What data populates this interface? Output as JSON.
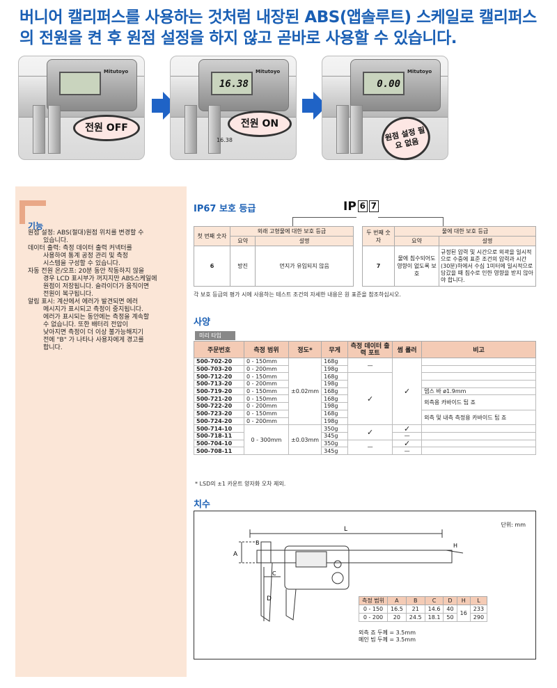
{
  "headline": {
    "line1": "버니어 캘리퍼스를 사용하는 것처럼 내장된 ABS(앱솔루트) 스케일로 캘리퍼스",
    "line2": "의 전원을 켠 후 원점 설정을 하지 않고 곧바로 사용할 수 있습니다."
  },
  "steps": [
    {
      "display": "",
      "bubble": "전원 OFF",
      "brand": "Mitutoyo"
    },
    {
      "display": "16.38",
      "bubble": "전원 ON",
      "brand": "Mitutoyo",
      "measure": "16.38"
    },
    {
      "display": "0.00",
      "bubble": "원점 설정 필요 없음",
      "brand": "Mitutoyo"
    }
  ],
  "sidebar": {
    "title": "기능",
    "items": [
      [
        "원점 설정: ABS(절대)원점 위치를 변경할 수",
        "있습니다."
      ],
      [
        "데이터 출력: 측정 데이터 출력 커넥터를",
        "사용하여 통계 공정 관리 및 측정",
        "시스템을 구성할 수 있습니다."
      ],
      [
        "자동 전원 온/오프: 20분 동안 작동하지 않을",
        "경우 LCD 표시부가 꺼지지만 ABS스케일에",
        "원점이 저장됩니다. 슬라이더가 움직이면",
        "전원이 복구됩니다."
      ],
      [
        "알림 표시: 계산에서 에러가 발견되면 에러",
        "메시지가 표시되고 측정이 중지됩니다.",
        "에러가 표시되는 동안에는 측정을 계속할",
        "수 없습니다. 또한 배터리 전압이",
        "낮아지면 측정이 더 이상 불가능해지기",
        "전에 \"B\" 가 나타나 사용자에게 경고를",
        "합니다."
      ]
    ]
  },
  "ip": {
    "title": "IP67 보호 등급",
    "code_prefix": "IP",
    "digit1": "6",
    "digit2": "7",
    "table1": {
      "col_num": "첫 번째 숫자",
      "group": "외래 고형물에 대한 보호 등급",
      "col_summary": "요약",
      "col_desc": "설명",
      "num": "6",
      "summary": "방진",
      "desc": "먼지가 유입되지 않음"
    },
    "table2": {
      "col_num": "두 번째 숫자",
      "group": "물에 대한 보호 등급",
      "col_summary": "요약",
      "col_desc": "설명",
      "num": "7",
      "summary": "물에 침수되어도 영향이 없도록 보호",
      "desc": "규정된 압력 및 시간으로 외곽을 일시적으로 수중에 표준 조건의 압력과 시간(30분)하에서 수심 1미터에 일시적으로 담갔을 때 침수로 인한 영향을 받지 않아야 합니다."
    },
    "note": "각 보호 등급의 평가 시에 사용하는 테스트 조건의 자세한 내용은 원 표준을 참조하십시오."
  },
  "spec": {
    "title": "사양",
    "tag": "미리 타입",
    "headers": [
      "주문번호",
      "측정 범위",
      "정도*",
      "무게",
      "측정 데이터 출력 포트",
      "썸 롤러",
      "비고"
    ],
    "rows": [
      [
        "500-702-20",
        "0 - 150mm",
        "168g"
      ],
      [
        "500-703-20",
        "0 - 200mm",
        "198g"
      ],
      [
        "500-712-20",
        "0 - 150mm",
        "168g"
      ],
      [
        "500-713-20",
        "0 - 200mm",
        "198g"
      ],
      [
        "500-719-20",
        "0 - 150mm",
        "168g"
      ],
      [
        "500-721-20",
        "0 - 150mm",
        "168g"
      ],
      [
        "500-722-20",
        "0 - 200mm",
        "198g"
      ],
      [
        "500-723-20",
        "0 - 150mm",
        "168g"
      ],
      [
        "500-724-20",
        "0 - 200mm",
        "198g"
      ],
      [
        "500-714-10",
        "",
        "350g"
      ],
      [
        "500-718-11",
        "",
        "345g"
      ],
      [
        "500-704-10",
        "",
        "350g"
      ],
      [
        "500-708-11",
        "",
        "345g"
      ]
    ],
    "range_large": "0 - 300mm",
    "acc1": "±0.02mm",
    "acc2": "±0.03mm",
    "dash": "—",
    "check": "✓",
    "remarks": {
      "depth": "뎁스 바 ø1.9mm",
      "carbide_out": "외측용 카바이드 팁 죠",
      "carbide_both": "외측 및 내측 측정용 카바이드 팁 죠"
    },
    "note": "* LSD의 ±1 카운트 양자화 오차 제외."
  },
  "dims": {
    "title": "치수",
    "unit": "단위: mm",
    "labels": {
      "L": "L",
      "A": "A",
      "B": "B",
      "C": "C",
      "D": "D",
      "H": "H"
    },
    "headers": [
      "측정 범위",
      "A",
      "B",
      "C",
      "D",
      "H",
      "L"
    ],
    "rows": [
      [
        "0 - 150",
        "16.5",
        "21",
        "14.6",
        "40",
        "233"
      ],
      [
        "0 - 200",
        "20",
        "24.5",
        "18.1",
        "50",
        "290"
      ]
    ],
    "h_value": "16",
    "note1": "외측 죠 두께 = 3.5mm",
    "note2": "메인 빔 두께 = 3.5mm"
  }
}
